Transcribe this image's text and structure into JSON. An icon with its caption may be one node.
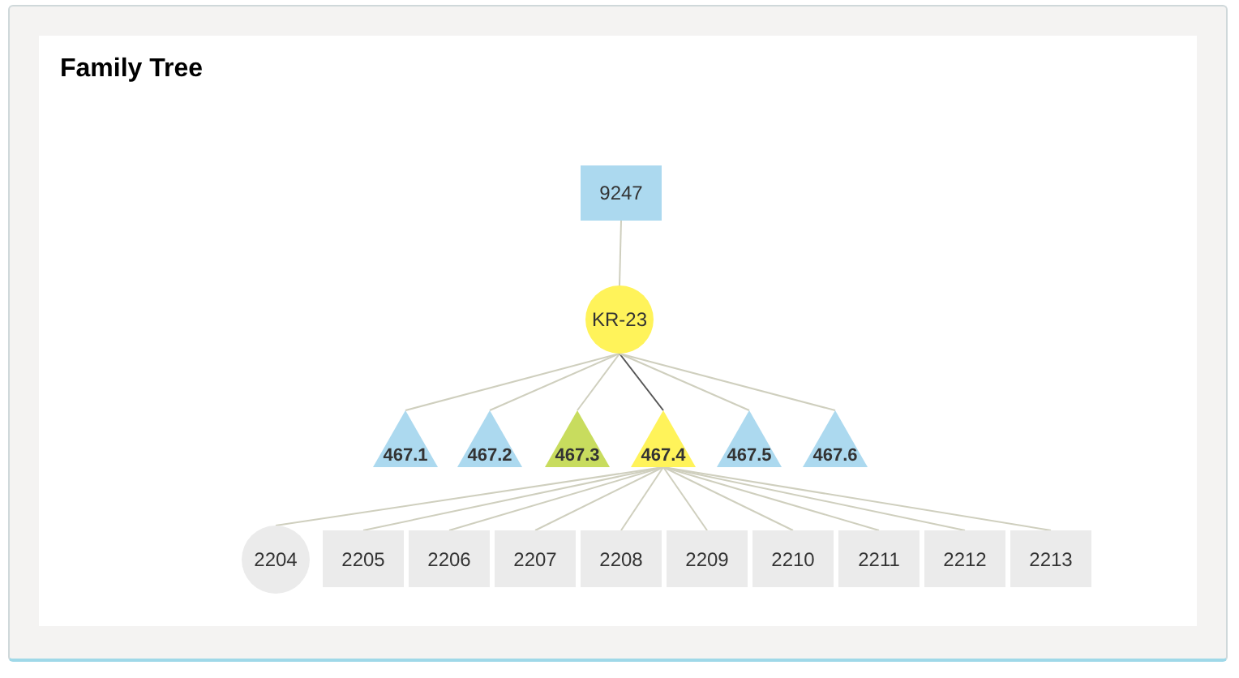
{
  "diagram": {
    "title": "Family Tree",
    "nodes": [
      {
        "text": [
          "9247"
        ]
      },
      {
        "text": [
          "KR-23"
        ]
      },
      {
        "text": [
          "467.1"
        ]
      },
      {
        "text": [
          "467.2"
        ]
      },
      {
        "text": [
          "467.3"
        ]
      },
      {
        "text": [
          "467.4"
        ]
      },
      {
        "text": [
          "467.5"
        ]
      },
      {
        "text": [
          "467.6"
        ]
      },
      {
        "text": [
          "2204"
        ]
      },
      {
        "text": [
          "2205"
        ]
      },
      {
        "text": [
          "2206"
        ]
      },
      {
        "text": [
          "2207"
        ]
      },
      {
        "text": [
          "2208"
        ]
      },
      {
        "text": [
          "2209"
        ]
      },
      {
        "text": [
          "2210"
        ]
      },
      {
        "text": [
          "2211"
        ]
      },
      {
        "text": [
          "2212"
        ]
      },
      {
        "text": [
          "2213"
        ]
      }
    ],
    "edges": [
      {
        "from": 0,
        "to": 1,
        "arrow": "none"
      },
      {
        "from": 1,
        "to": 2,
        "arrow": "none"
      },
      {
        "from": 1,
        "to": 3,
        "arrow": "none"
      },
      {
        "from": 1,
        "to": 4,
        "arrow": "none"
      },
      {
        "from": 1,
        "to": 5,
        "arrow": "none",
        "color": "#555555"
      },
      {
        "from": 1,
        "to": 6,
        "arrow": "none"
      },
      {
        "from": 1,
        "to": 7,
        "arrow": "none"
      },
      {
        "from": 5,
        "to": 8,
        "arrow": "none"
      },
      {
        "from": 5,
        "to": 9,
        "arrow": "none"
      },
      {
        "from": 5,
        "to": 10,
        "arrow": "none"
      },
      {
        "from": 5,
        "to": 11,
        "arrow": "none"
      },
      {
        "from": 5,
        "to": 12,
        "arrow": "none"
      },
      {
        "from": 5,
        "to": 13,
        "arrow": "none"
      },
      {
        "from": 5,
        "to": 14,
        "arrow": "none"
      },
      {
        "from": 5,
        "to": 15,
        "arrow": "none"
      },
      {
        "from": 5,
        "to": 16,
        "arrow": "none"
      },
      {
        "from": 5,
        "to": 17,
        "arrow": "none"
      }
    ]
  }
}
